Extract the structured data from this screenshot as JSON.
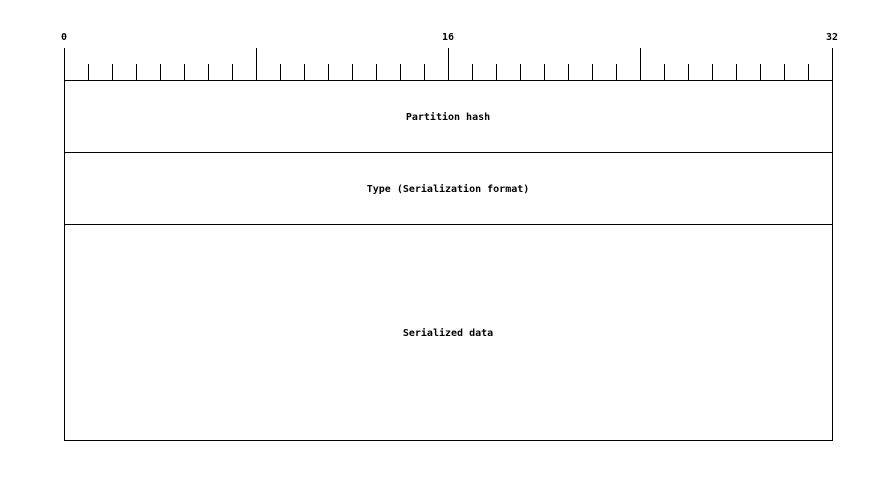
{
  "ruler": {
    "bit_start": 0,
    "bit_end": 32,
    "labels": [
      {
        "bit": 0,
        "text": "0"
      },
      {
        "bit": 16,
        "text": "16"
      },
      {
        "bit": 32,
        "text": "32"
      }
    ],
    "major_ticks": [
      0,
      8,
      16,
      24,
      32
    ]
  },
  "fields": [
    {
      "label": "Partition hash",
      "rows": 1
    },
    {
      "label": "Type (Serialization format)",
      "rows": 1
    },
    {
      "label": "Serialized data",
      "rows": 3
    }
  ],
  "colors": {
    "stroke": "#000000",
    "background": "#ffffff"
  }
}
